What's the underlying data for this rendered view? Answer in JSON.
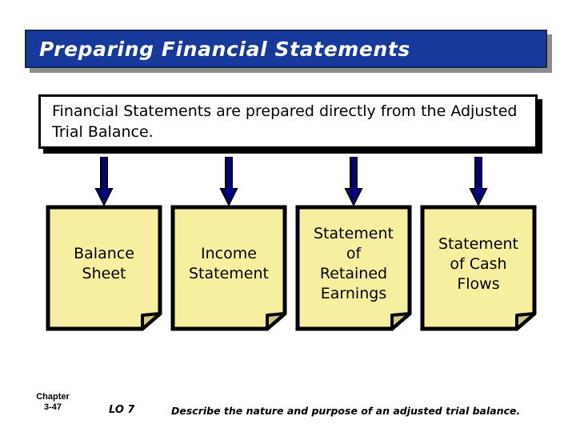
{
  "slide": {
    "title": "Preparing Financial Statements",
    "title_bg": "#17399B",
    "title_fg": "#FFFFFF"
  },
  "callout": {
    "text": "Financial Statements are prepared directly from the Adjusted Trial Balance."
  },
  "flow": {
    "arrow_color": "#000080",
    "arrow_count": 4,
    "card_fill": "#F7EFA0",
    "card_stroke": "#000000",
    "cards": [
      {
        "label": "Balance\nSheet"
      },
      {
        "label": "Income\nStatement"
      },
      {
        "label": "Statement\nof\nRetained\nEarnings"
      },
      {
        "label": "Statement\nof Cash\nFlows"
      }
    ]
  },
  "footer": {
    "chapter_word": "Chapter",
    "chapter_number": "3-47",
    "lo_label": "LO 7",
    "lo_description": "Describe the nature and purpose of an adjusted trial balance."
  }
}
